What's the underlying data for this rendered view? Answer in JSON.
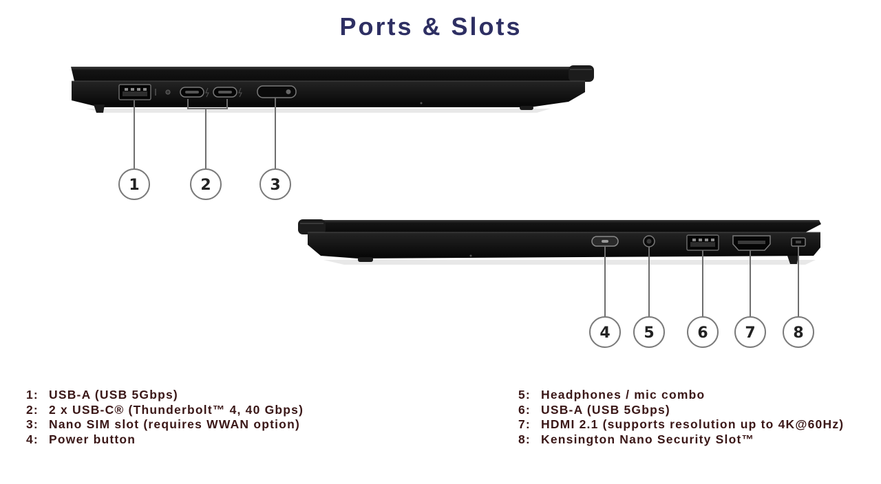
{
  "title": "Ports & Slots",
  "callouts": [
    {
      "number": "1"
    },
    {
      "number": "2"
    },
    {
      "number": "3"
    },
    {
      "number": "4"
    },
    {
      "number": "5"
    },
    {
      "number": "6"
    },
    {
      "number": "7"
    },
    {
      "number": "8"
    }
  ],
  "legend": [
    {
      "num": "1:",
      "text": "USB-A (USB 5Gbps)"
    },
    {
      "num": "2:",
      "text": "2 x USB-C® (Thunderbolt™ 4, 40 Gbps)"
    },
    {
      "num": "3:",
      "text": "Nano SIM slot (requires WWAN option)"
    },
    {
      "num": "4:",
      "text": "Power button"
    },
    {
      "num": "5:",
      "text": "Headphones / mic combo"
    },
    {
      "num": "6:",
      "text": "USB-A (USB 5Gbps)"
    },
    {
      "num": "7:",
      "text": "HDMI 2.1 (supports resolution up to 4K@60Hz)"
    },
    {
      "num": "8:",
      "text": "Kensington Nano Security Slot™"
    }
  ],
  "colors": {
    "title": "#2e2f63",
    "legend_text": "#3a1717",
    "laptop_body": "#1a1a1a",
    "leader_line": "#6e6e6e"
  }
}
